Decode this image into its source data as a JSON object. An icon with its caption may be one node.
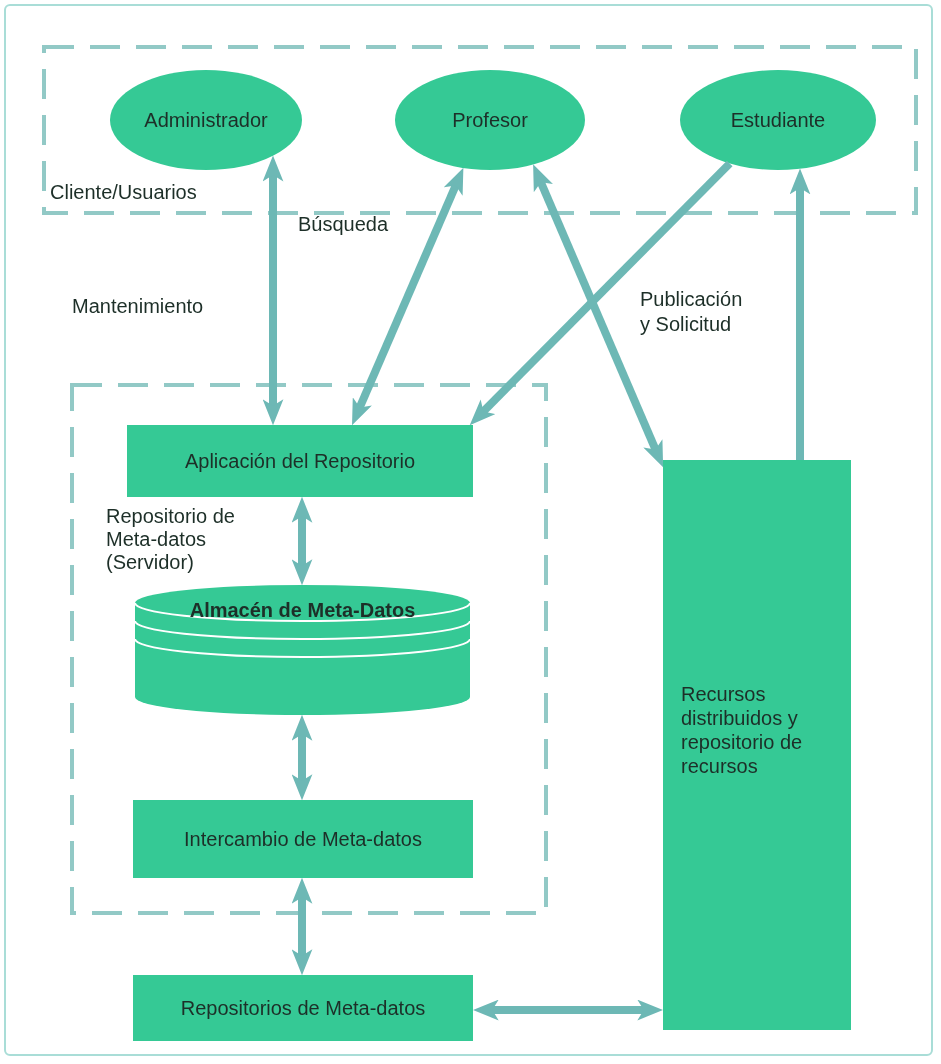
{
  "diagram": {
    "nodes": [
      {
        "text": [
          "Cliente/Usuarios"
        ]
      },
      {
        "text": [
          "Administrador"
        ],
        "in": 0
      },
      {
        "text": [
          "Profesor"
        ],
        "in": 0
      },
      {
        "text": [
          "Estudiante"
        ],
        "in": 0
      },
      {
        "text": [
          "Repositorio de Meta-datos (Servidor)"
        ]
      },
      {
        "text": [
          "Aplicación del Repositorio"
        ],
        "in": 4
      },
      {
        "text": [
          "Almacén de Meta-Datos"
        ],
        "in": 4
      },
      {
        "text": [
          "Intercambio de Meta-datos"
        ],
        "in": 4
      },
      {
        "text": [
          "Repositorios de Meta-datos"
        ]
      },
      {
        "text": [
          "Recursos distribuidos y repositorio de recursos"
        ]
      }
    ],
    "edges": [
      {
        "from": 1,
        "to": 5,
        "arrow": "both"
      },
      {
        "from": 2,
        "to": 5,
        "arrow": "both"
      },
      {
        "from": 3,
        "to": 5,
        "arrow": "to"
      },
      {
        "from": 2,
        "to": 9,
        "arrow": "both"
      },
      {
        "from": 9,
        "to": 3,
        "arrow": "to"
      },
      {
        "from": 5,
        "to": 6,
        "arrow": "both"
      },
      {
        "from": 6,
        "to": 7,
        "arrow": "both"
      },
      {
        "from": 7,
        "to": 8,
        "arrow": "both"
      },
      {
        "from": 8,
        "to": 9,
        "arrow": "both"
      }
    ],
    "labels": [
      "Búsqueda",
      "Mantenimiento",
      "Publicación y Solicitud"
    ]
  }
}
